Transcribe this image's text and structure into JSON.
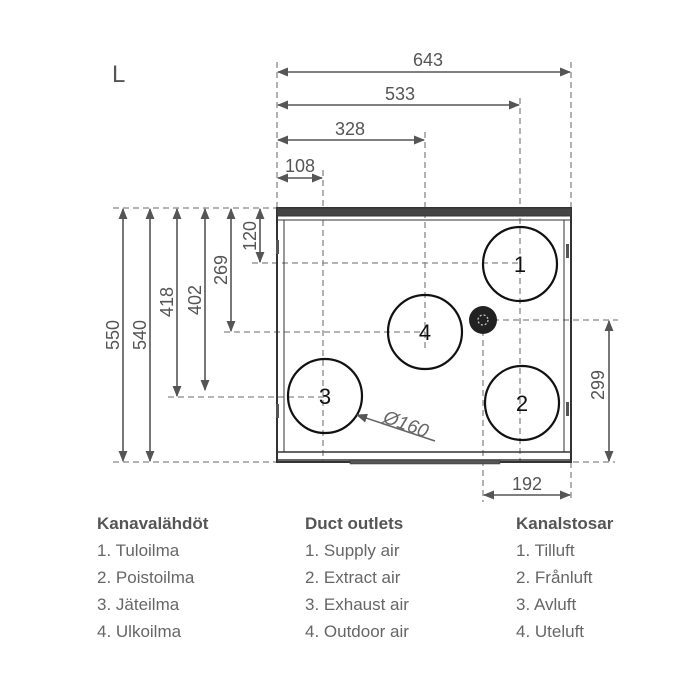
{
  "view_label": "L",
  "dimensions": {
    "width_total": "643",
    "to_outlet_1": "533",
    "to_outlet_4": "328",
    "to_outlet_3": "108",
    "height_total": "550",
    "height_body": "540",
    "to_outlet_3_v": "418",
    "to_outlet_3_v2": "402",
    "to_outlet_4_v": "269",
    "to_outlet_1_v": "120",
    "drain_height": "299",
    "drain_offset": "192",
    "duct_diameter": "Ø160"
  },
  "outlets": [
    "1",
    "2",
    "3",
    "4"
  ],
  "legend": [
    {
      "title": "Kanavalähdöt",
      "items": [
        "1. Tuloilma",
        "2. Poistoilma",
        "3. Jäteilma",
        "4. Ulkoilma"
      ]
    },
    {
      "title": "Duct outlets",
      "items": [
        "1. Supply air",
        "2. Extract air",
        "3. Exhaust air",
        "4. Outdoor air"
      ]
    },
    {
      "title": "Kanalstosar",
      "items": [
        "1. Tilluft",
        "2. Frånluft",
        "3. Avluft",
        "4. Uteluft"
      ]
    }
  ]
}
